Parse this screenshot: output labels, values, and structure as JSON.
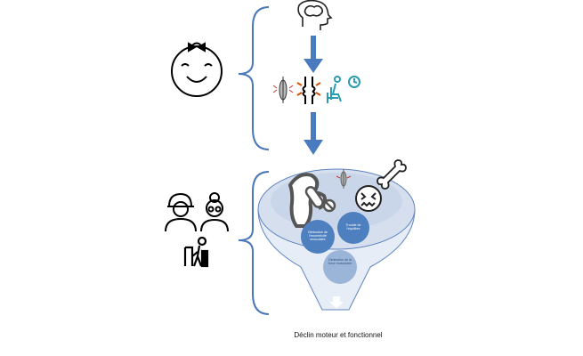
{
  "bubbles": {
    "muscle": "Diminution de l'excentricité musculaire",
    "gait": "Trouble de l'équilibre",
    "strength": "Diminution de la force musculaire"
  },
  "caption": "Déclin moteur et fonctionnel",
  "colors": {
    "brace": "#4a78b8",
    "arrow": "#4a7bbf",
    "funnel_fill": "#e7edf6",
    "funnel_top": "#d5dfee",
    "bubble_dark": "#4e80c0",
    "bubble_light": "#9bb5d8"
  },
  "icons": [
    "baby-face-icon",
    "brain-head-icon",
    "muscle-icon",
    "joint-icon",
    "seated-person-clock-icon",
    "man-cap-icon",
    "elderly-woman-icon",
    "person-walker-icon",
    "pelvis-bone-icon",
    "pills-icon",
    "nauseous-face-icon",
    "bone-icon"
  ]
}
